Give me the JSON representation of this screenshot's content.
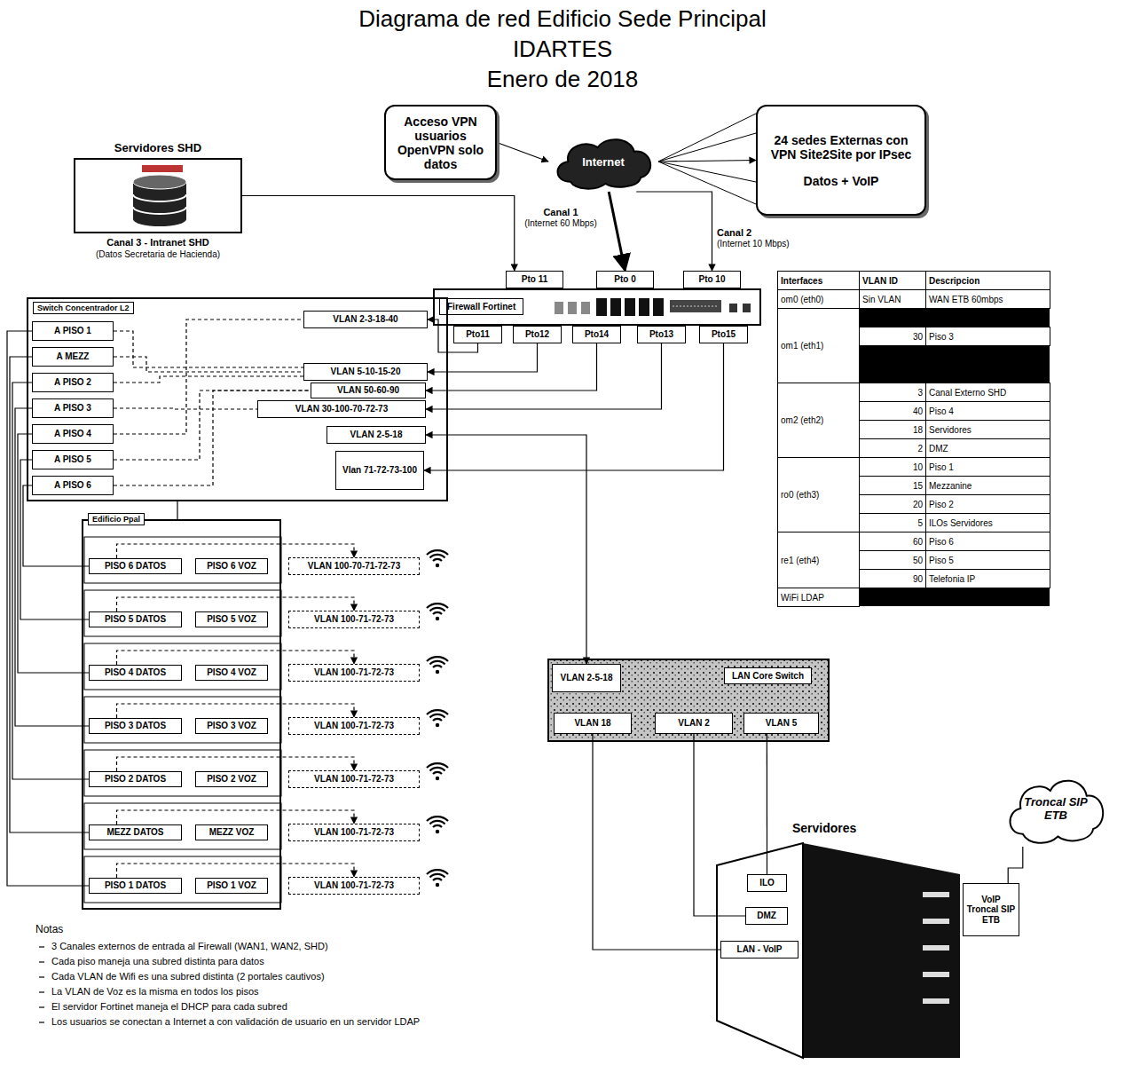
{
  "diagram": {
    "title": "Diagrama de red Edificio Sede Principal",
    "nodes": [
      {
        "text": [
          "Acceso VPN usuarios OpenVPN solo datos"
        ]
      },
      {
        "text": [
          "Internet"
        ]
      },
      {
        "text": [
          "24 sedes Externas con VPN Site2Site por IPsec",
          "Datos + VoIP"
        ]
      },
      {
        "text": [
          "Servidores SHD"
        ]
      },
      {
        "text": [
          "Firewall Fortinet"
        ]
      },
      {
        "text": [
          "Pto 11"
        ]
      },
      {
        "text": [
          "Pto 0"
        ]
      },
      {
        "text": [
          "Pto 10"
        ]
      },
      {
        "text": [
          "Switch Concentrador L2"
        ]
      },
      {
        "text": [
          "A PISO 1"
        ],
        "in": 8
      },
      {
        "text": [
          "A MEZZ"
        ],
        "in": 8
      },
      {
        "text": [
          "A PISO 2"
        ],
        "in": 8
      },
      {
        "text": [
          "A PISO 3"
        ],
        "in": 8
      },
      {
        "text": [
          "A PISO 4"
        ],
        "in": 8
      },
      {
        "text": [
          "A PISO 5"
        ],
        "in": 8
      },
      {
        "text": [
          "A PISO 6"
        ],
        "in": 8
      },
      {
        "text": [
          "VLAN 2-3-18-40"
        ],
        "in": 8
      },
      {
        "text": [
          "VLAN 5-10-15-20"
        ],
        "in": 8
      },
      {
        "text": [
          "VLAN 50-60-90"
        ],
        "in": 8
      },
      {
        "text": [
          "VLAN 30-100-70-72-73"
        ],
        "in": 8
      },
      {
        "text": [
          "VLAN 2-5-18"
        ],
        "in": 8
      },
      {
        "text": [
          "Vlan 71-72-73-100"
        ],
        "in": 8
      },
      {
        "text": [
          "Pto11"
        ]
      },
      {
        "text": [
          "Pto12"
        ]
      },
      {
        "text": [
          "Pto14"
        ]
      },
      {
        "text": [
          "Pto13"
        ]
      },
      {
        "text": [
          "Pto15"
        ]
      },
      {
        "text": [
          "Edificio Ppal"
        ]
      },
      {
        "text": [
          "PISO 6 DATOS"
        ],
        "in": 27
      },
      {
        "text": [
          "PISO 6 VOZ"
        ],
        "in": 27
      },
      {
        "text": [
          "VLAN 100-70-71-72-73"
        ]
      },
      {
        "text": [
          "PISO 5 DATOS"
        ],
        "in": 27
      },
      {
        "text": [
          "PISO 5 VOZ"
        ],
        "in": 27
      },
      {
        "text": [
          "VLAN 100-71-72-73"
        ]
      },
      {
        "text": [
          "PISO 4 DATOS"
        ],
        "in": 27
      },
      {
        "text": [
          "PISO 4 VOZ"
        ],
        "in": 27
      },
      {
        "text": [
          "VLAN 100-71-72-73"
        ]
      },
      {
        "text": [
          "PISO 3 DATOS"
        ],
        "in": 27
      },
      {
        "text": [
          "PISO 3 VOZ"
        ],
        "in": 27
      },
      {
        "text": [
          "VLAN 100-71-72-73"
        ]
      },
      {
        "text": [
          "PISO 2 DATOS"
        ],
        "in": 27
      },
      {
        "text": [
          "PISO 2 VOZ"
        ],
        "in": 27
      },
      {
        "text": [
          "VLAN 100-71-72-73"
        ]
      },
      {
        "text": [
          "MEZZ DATOS"
        ],
        "in": 27
      },
      {
        "text": [
          "MEZZ VOZ"
        ],
        "in": 27
      },
      {
        "text": [
          "VLAN 100-71-72-73"
        ]
      },
      {
        "text": [
          "PISO 1 DATOS"
        ],
        "in": 27
      },
      {
        "text": [
          "PISO 1 VOZ"
        ],
        "in": 27
      },
      {
        "text": [
          "VLAN 100-71-72-73"
        ]
      },
      {
        "text": [
          "LAN Core Switch"
        ]
      },
      {
        "text": [
          "VLAN 2-5-18"
        ],
        "in": 49
      },
      {
        "text": [
          "VLAN 18"
        ],
        "in": 49
      },
      {
        "text": [
          "VLAN 2"
        ],
        "in": 49
      },
      {
        "text": [
          "VLAN 5"
        ],
        "in": 49
      },
      {
        "text": [
          "Servidores"
        ]
      },
      {
        "text": [
          "ILO"
        ],
        "in": 54
      },
      {
        "text": [
          "DMZ"
        ],
        "in": 54
      },
      {
        "text": [
          "LAN - VoIP"
        ],
        "in": 54
      },
      {
        "text": [
          "VoIP Troncal SIP ETB"
        ],
        "in": 54
      },
      {
        "text": [
          "Troncal SIP ETB"
        ]
      }
    ],
    "edges": [
      {
        "from": 0,
        "to": 1,
        "arrow": "to"
      },
      {
        "from": 1,
        "to": 2,
        "arrow": "to"
      },
      {
        "from": 1,
        "to": 6,
        "arrow": "to"
      },
      {
        "from": 1,
        "to": 7,
        "arrow": "to"
      },
      {
        "from": 3,
        "to": 5,
        "arrow": "to"
      },
      {
        "from": 22,
        "to": 16,
        "arrow": "to"
      },
      {
        "from": 23,
        "to": 17,
        "arrow": "to"
      },
      {
        "from": 24,
        "to": 18,
        "arrow": "to"
      },
      {
        "from": 25,
        "to": 19,
        "arrow": "to"
      },
      {
        "from": 26,
        "to": 21,
        "arrow": "to"
      },
      {
        "from": 20,
        "to": 50,
        "arrow": "both"
      },
      {
        "from": 9,
        "to": 17,
        "arrow": "none"
      },
      {
        "from": 10,
        "to": 17,
        "arrow": "none"
      },
      {
        "from": 11,
        "to": 17,
        "arrow": "none"
      },
      {
        "from": 12,
        "to": 19,
        "arrow": "none"
      },
      {
        "from": 13,
        "to": 16,
        "arrow": "none"
      },
      {
        "from": 14,
        "to": 18,
        "arrow": "none"
      },
      {
        "from": 15,
        "to": 18,
        "arrow": "none"
      },
      {
        "from": 8,
        "to": 27,
        "arrow": "none"
      },
      {
        "from": 15,
        "to": 28,
        "arrow": "none"
      },
      {
        "from": 14,
        "to": 31,
        "arrow": "none"
      },
      {
        "from": 13,
        "to": 34,
        "arrow": "none"
      },
      {
        "from": 12,
        "to": 37,
        "arrow": "none"
      },
      {
        "from": 11,
        "to": 40,
        "arrow": "none"
      },
      {
        "from": 10,
        "to": 43,
        "arrow": "none"
      },
      {
        "from": 9,
        "to": 46,
        "arrow": "none"
      },
      {
        "from": 28,
        "to": 30,
        "arrow": "to"
      },
      {
        "from": 31,
        "to": 33,
        "arrow": "to"
      },
      {
        "from": 34,
        "to": 36,
        "arrow": "to"
      },
      {
        "from": 37,
        "to": 39,
        "arrow": "to"
      },
      {
        "from": 40,
        "to": 42,
        "arrow": "to"
      },
      {
        "from": 43,
        "to": 45,
        "arrow": "to"
      },
      {
        "from": 46,
        "to": 48,
        "arrow": "to"
      },
      {
        "from": 51,
        "to": 57,
        "arrow": "none"
      },
      {
        "from": 52,
        "to": 56,
        "arrow": "none"
      },
      {
        "from": 53,
        "to": 55,
        "arrow": "none"
      },
      {
        "from": 58,
        "to": 59,
        "arrow": "none"
      }
    ],
    "labels": [
      "IDARTES",
      "Enero de 2018",
      "Canal 3 - Intranet SHD",
      "(Datos Secretaria de Hacienda)",
      "Canal 1",
      "(Internet 60 Mbps)",
      "Canal 2",
      "(Internet 10 Mbps)",
      "Interfaces",
      "VLAN ID",
      "Descripcion",
      "om0 (eth0)",
      "Sin VLAN",
      "WAN ETB 60mbps",
      "om1 (eth1)",
      "30",
      "Piso 3",
      "om2 (eth2)",
      "3",
      "Canal Externo SHD",
      "40",
      "Piso 4",
      "18",
      "Servidores",
      "2",
      "DMZ",
      "ro0 (eth3)",
      "10",
      "Piso 1",
      "15",
      "Mezzanine",
      "20",
      "Piso 2",
      "5",
      "ILOs Servidores",
      "re1 (eth4)",
      "60",
      "Piso 6",
      "50",
      "Piso 5",
      "90",
      "Telefonia IP",
      "WiFi LDAP",
      "Notas",
      "3 Canales externos de entrada al Firewall (WAN1, WAN2, SHD)",
      "Cada piso maneja una subred distinta para datos",
      "Cada VLAN de Wifi es una subred distinta (2 portales cautivos)",
      "La VLAN de Voz es la misma en todos los pisos",
      "El servidor Fortinet maneja el DHCP para cada subred",
      "Los usuarios se conectan a Internet a con validación de usuario en un servidor LDAP"
    ]
  }
}
